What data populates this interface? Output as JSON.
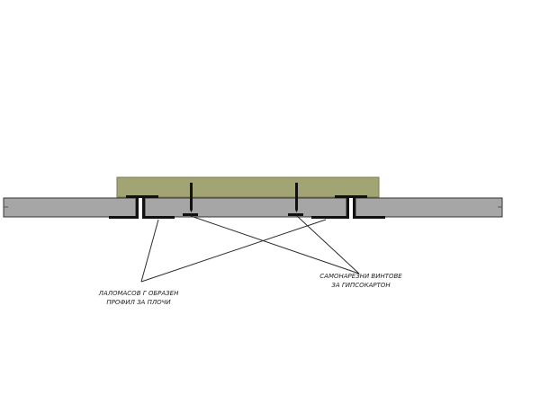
{
  "labels": {
    "profile": {
      "line1": "ЛАЛОМАСОВ Г ОБРАЗЕН",
      "line2": "ПРОФИЛ ЗА ПЛОЧИ"
    },
    "screws": {
      "line1": "САМОНАРЕЗНИ ВИНТОВЕ",
      "line2": "ЗА ГИПСОКАРТОН"
    }
  },
  "colors": {
    "background": "#ffffff",
    "panel": "#a6a6a6",
    "panel_outline": "#333333",
    "backing_board": "#a2a474",
    "backing_board_edge": "#7c7e50",
    "profile_metal": "#111111",
    "leader_line": "#2b2b2b"
  }
}
